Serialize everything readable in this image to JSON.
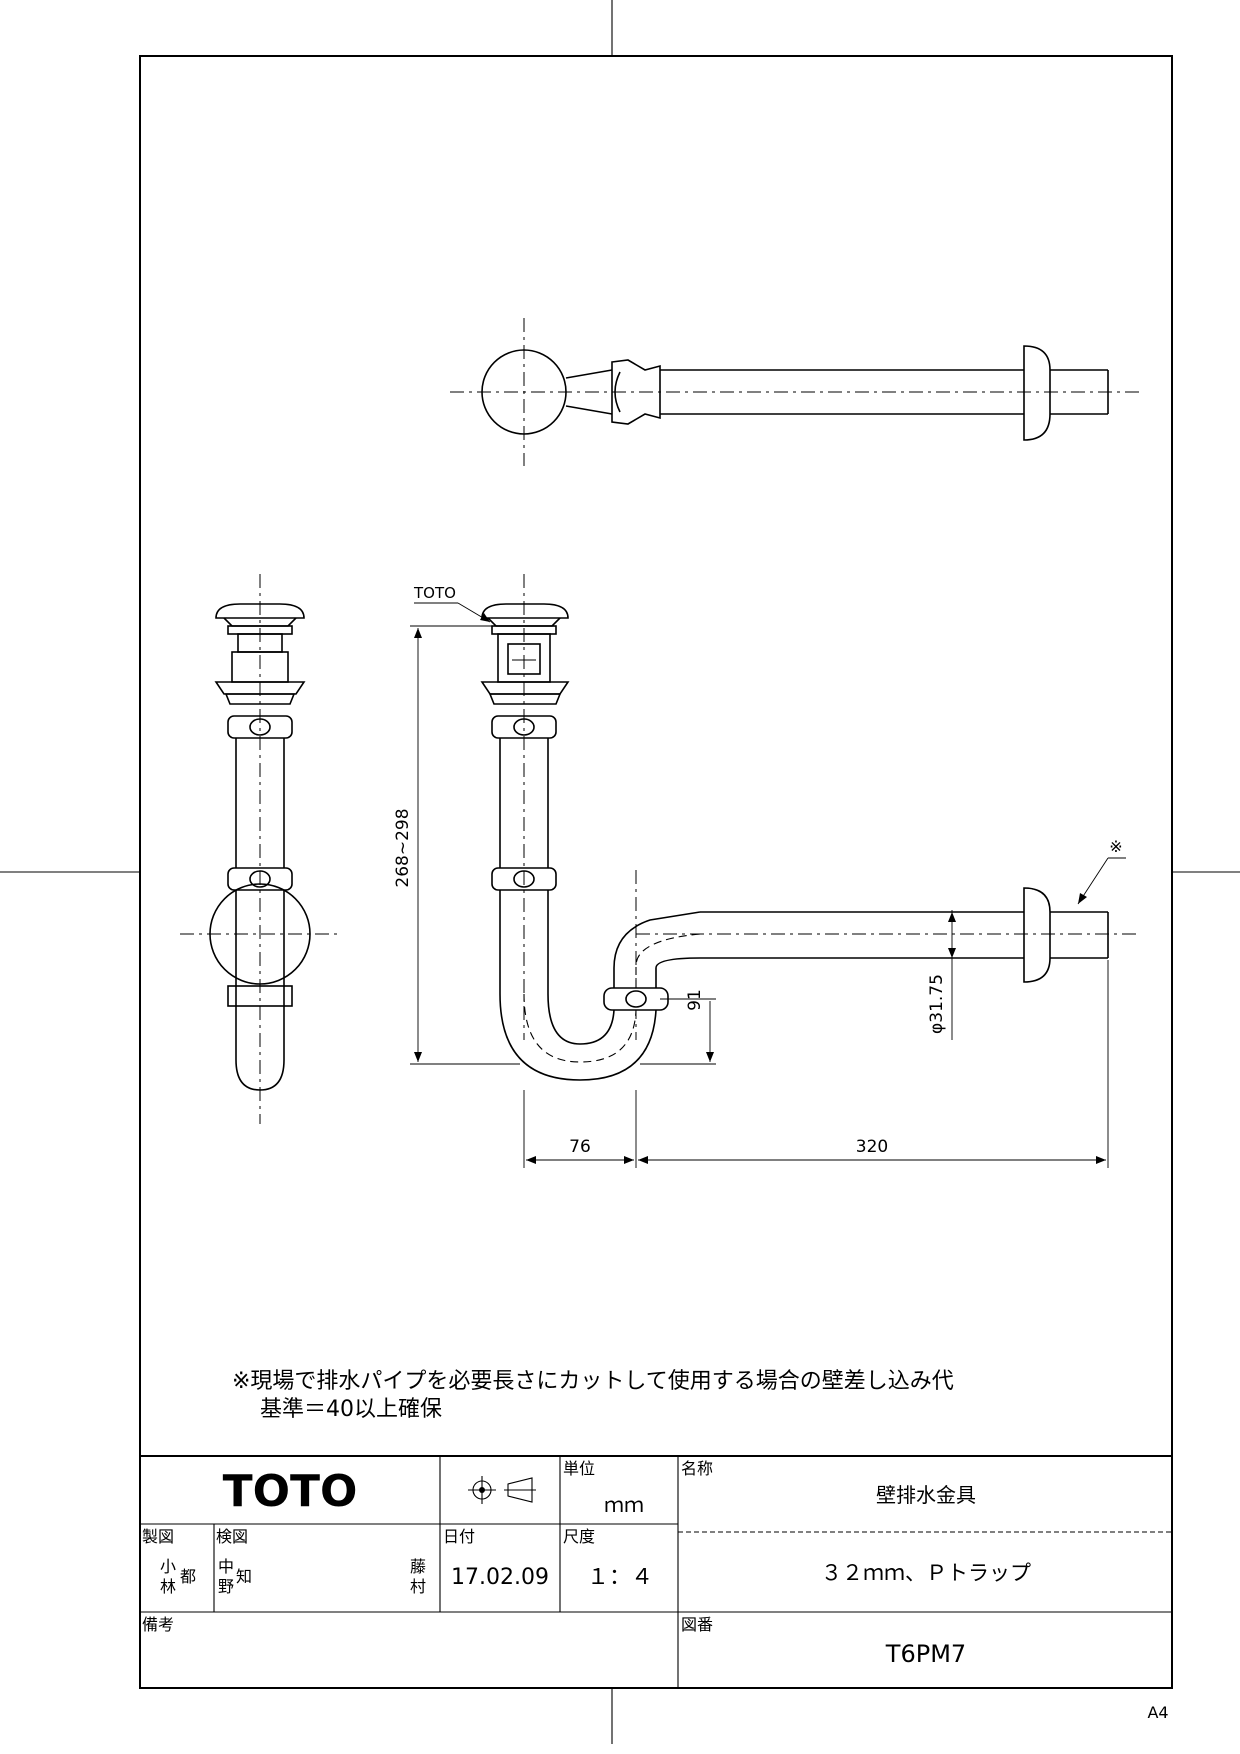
{
  "drawing": {
    "brand": "TOTO",
    "dimensions": {
      "height_range": "268~298",
      "trap_depth": "91",
      "pipe_diameter": "φ31.75",
      "offset": "76",
      "wall_length": "320",
      "callout_mark": "※"
    },
    "labels": {
      "toto_leader": "TOTO"
    },
    "note": {
      "line1": "※現場で排水パイプを必要長さにカットして使用する場合の壁差し込み代",
      "line2": "基準＝40以上確保"
    }
  },
  "title_block": {
    "company_logo": "TOTO",
    "unit_header": "単位",
    "unit_value": "ｍｍ",
    "name_header": "名称",
    "name_value": "壁排水金具",
    "spec_value": "３２ｍｍ、Ｐトラップ",
    "drawn_header": "製図",
    "drawn_by": [
      "小",
      "林",
      "都"
    ],
    "checked_header": "検図",
    "checked_by": [
      "中",
      "野",
      "知"
    ],
    "approved_by": [
      "藤",
      "村"
    ],
    "date_header": "日付",
    "date_value": "17.02.09",
    "scale_header": "尺度",
    "scale_value": "１：４",
    "remarks_header": "備考",
    "drawing_no_header": "図番",
    "drawing_no_value": "T6PM7",
    "paper_size": "A4"
  }
}
